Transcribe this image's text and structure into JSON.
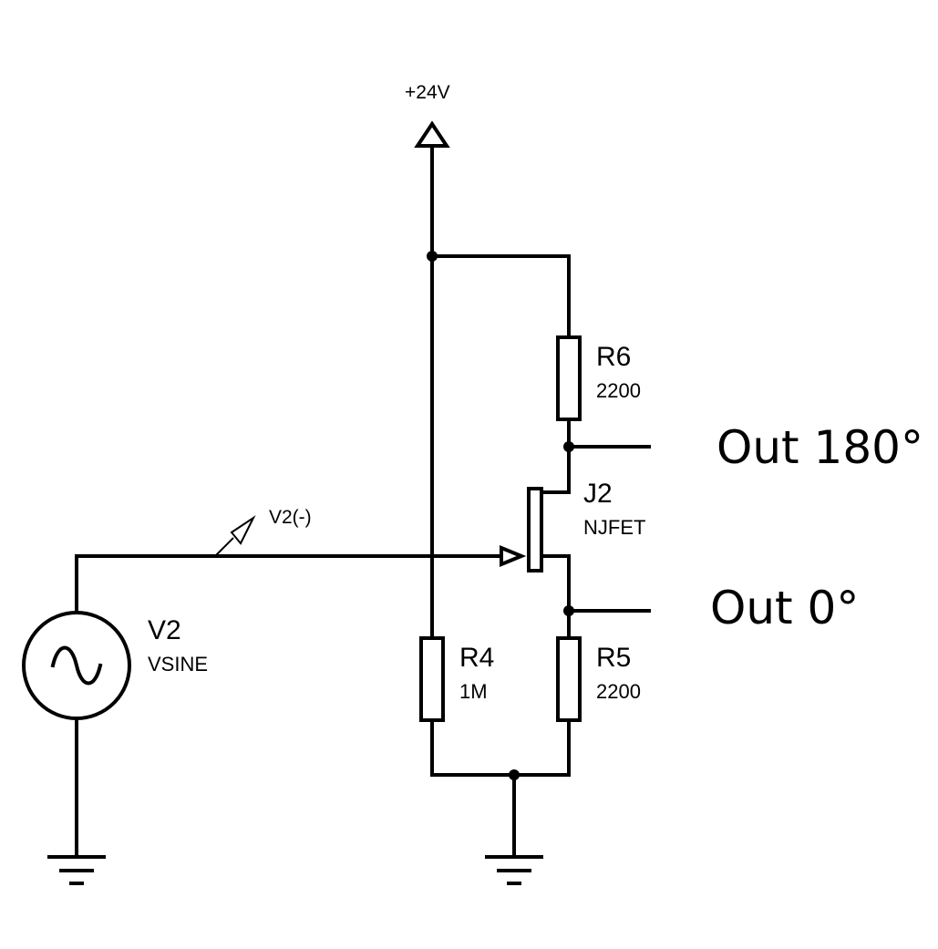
{
  "supply": {
    "label": "+24V"
  },
  "components": {
    "r6": {
      "ref": "R6",
      "value": "2200"
    },
    "j2": {
      "ref": "J2",
      "value": "NJFET"
    },
    "r4": {
      "ref": "R4",
      "value": "1M"
    },
    "r5": {
      "ref": "R5",
      "value": "2200"
    },
    "v2": {
      "ref": "V2",
      "value": "VSINE"
    }
  },
  "probe": {
    "label": "V2(-)"
  },
  "outputs": {
    "out180": "Out 180°",
    "out0": "Out 0°"
  }
}
